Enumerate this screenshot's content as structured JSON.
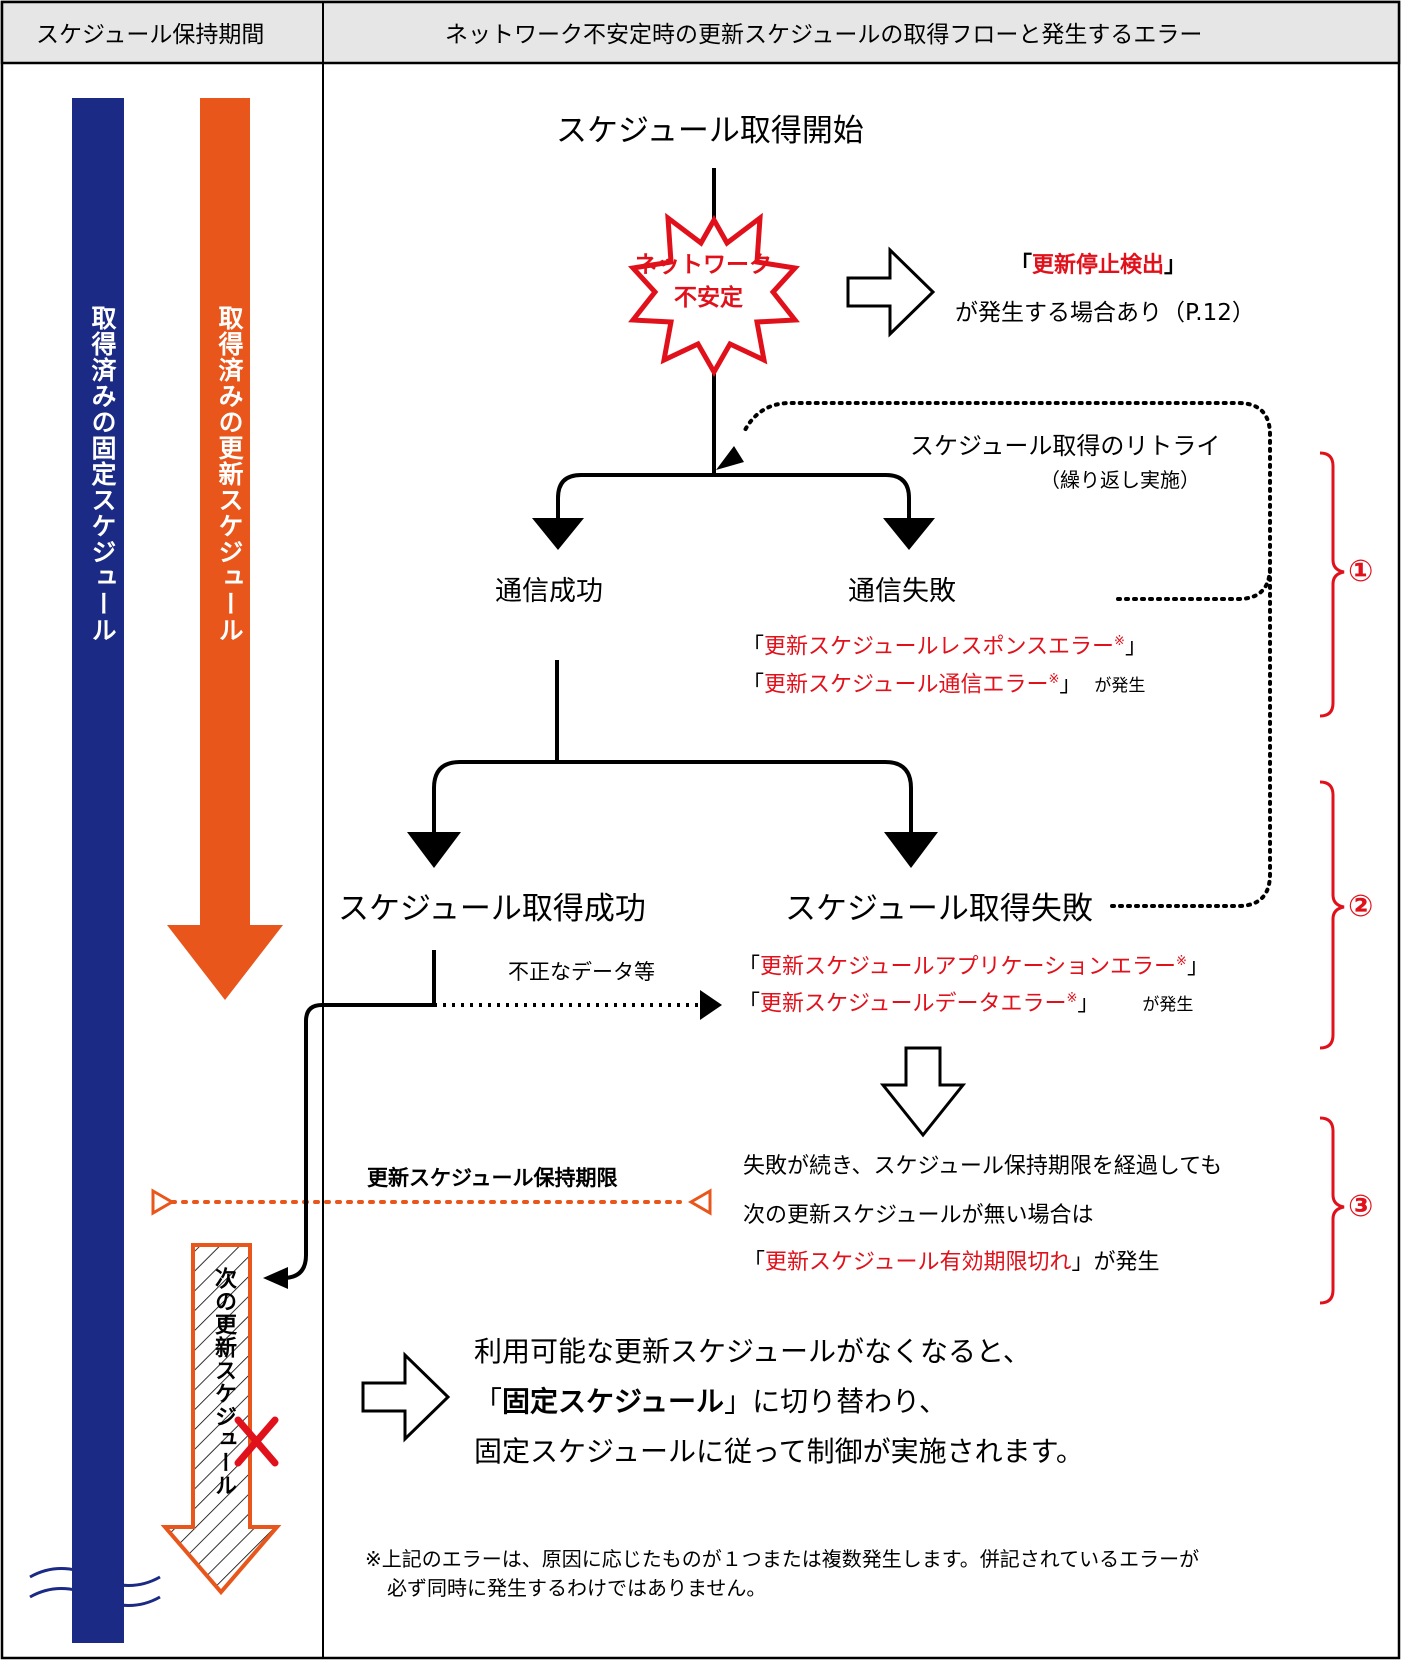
{
  "header": {
    "left": "スケジュール保持期間",
    "right": "ネットワーク不安定時の更新スケジュールの取得フローと発生するエラー"
  },
  "bars": {
    "fixed": "取得済みの固定スケジュール",
    "update": "取得済みの更新スケジュール",
    "next": "次の更新スケジュール"
  },
  "flow": {
    "start": "スケジュール取得開始",
    "burst": {
      "line1": "ネットワーク",
      "line2": "不安定"
    },
    "stop_detect": {
      "open": "「",
      "name": "更新停止検出",
      "close": "」",
      "suffix": "が発生する場合あり（P.12）"
    },
    "retry": {
      "label": "スケジュール取得のリトライ",
      "note": "（繰り返し実施）"
    },
    "comm_success": "通信成功",
    "comm_fail": "通信失敗",
    "err1": {
      "open": "「",
      "name": "更新スケジュールレスポンスエラー",
      "mark": "※",
      "close": "」"
    },
    "err2": {
      "open": "「",
      "name": "更新スケジュール通信エラー",
      "mark": "※",
      "close": "」",
      "suffix": "が発生"
    },
    "sched_success": "スケジュール取得成功",
    "sched_fail": "スケジュール取得失敗",
    "invalid_data": "不正なデータ等",
    "err3": {
      "open": "「",
      "name": "更新スケジュールアプリケーションエラー",
      "mark": "※",
      "close": "」"
    },
    "err4": {
      "open": "「",
      "name": "更新スケジュールデータエラー",
      "mark": "※",
      "close": "」",
      "suffix": "が発生"
    },
    "expire_label": "更新スケジュール保持期限",
    "expire_text": {
      "line1": "失敗が続き、スケジュール保持期限を経過しても",
      "line2": "次の更新スケジュールが無い場合は",
      "open": "「",
      "name": "更新スケジュール有効期限切れ",
      "close": "」",
      "suffix": "が発生"
    },
    "switch": {
      "line1": "利用可能な更新スケジュールがなくなると、",
      "line2_open": "「",
      "line2_name": "固定スケジュール",
      "line2_rest": "」に切り替わり、",
      "line3": "固定スケジュールに従って制御が実施されます。"
    }
  },
  "markers": [
    "①",
    "②",
    "③"
  ],
  "footnote": {
    "line1": "※上記のエラーは、原因に応じたものが１つまたは複数発生します。併記されているエラーが",
    "line2": "必ず同時に発生するわけではありません。"
  },
  "colors": {
    "navy": "#1b2a84",
    "orange": "#e8561b",
    "red": "#e0111b"
  }
}
